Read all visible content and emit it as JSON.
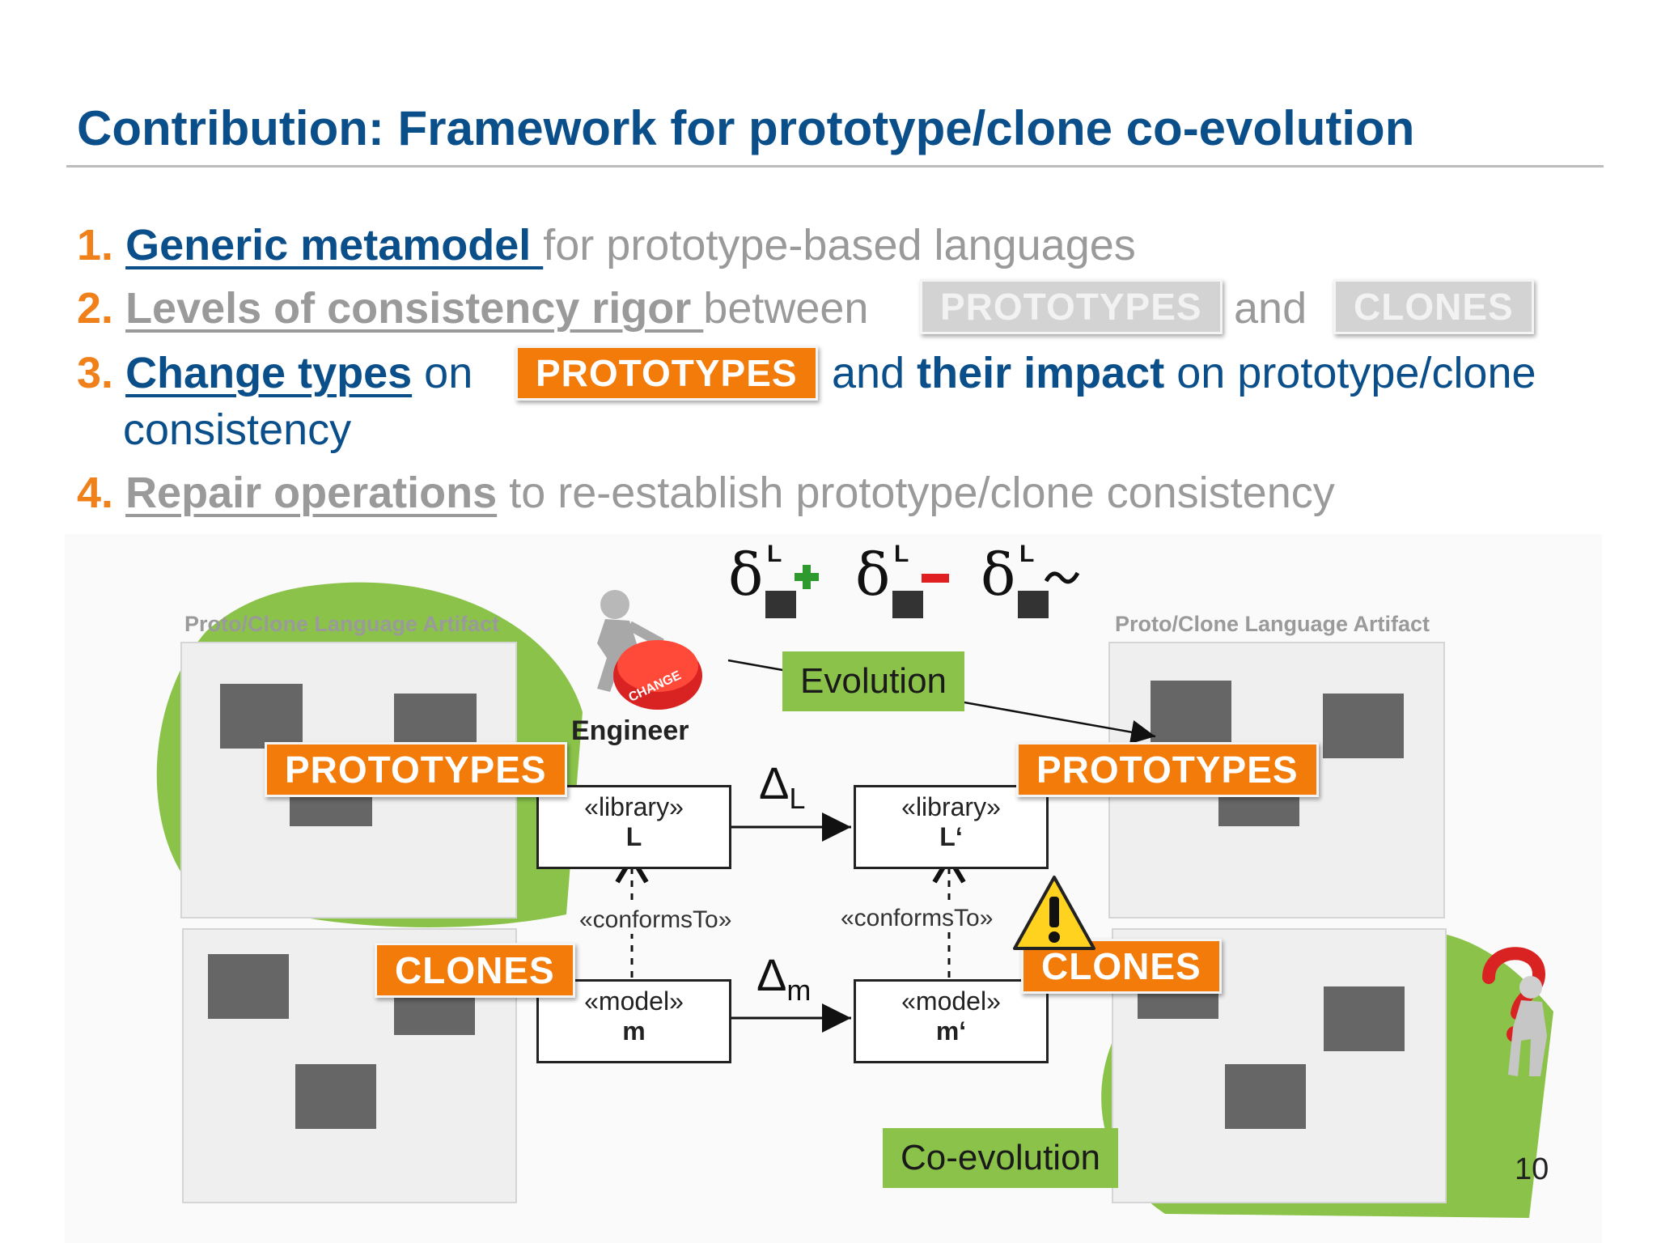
{
  "title": "Contribution: Framework for prototype/clone co-evolution",
  "items": [
    {
      "num": "1.",
      "link": "Generic metamodel ",
      "rest": "for prototype-based languages"
    },
    {
      "num": "2.",
      "link": "Levels of consistency rigor ",
      "mid": "between",
      "tag1": "PROTOTYPES",
      "and": "and",
      "tag2": "CLONES"
    },
    {
      "num": "3.",
      "link": "Change types",
      "on": "on",
      "tag": "PROTOTYPES",
      "and": "and",
      "bold": "their impact",
      "rest": "on prototype/clone",
      "cont": "consistency"
    },
    {
      "num": "4.",
      "link": "Repair operations",
      "rest": "to re-establish prototype/clone consistency"
    }
  ],
  "diagram": {
    "artifact_label_left": "Proto/Clone Language Artifact",
    "artifact_label_right": "Proto/Clone Language Artifact",
    "prototypes_left": "PROTOTYPES",
    "clones_left": "CLONES",
    "prototypes_right": "PROTOTYPES",
    "clones_right": "CLONES",
    "engineer": "Engineer",
    "change": "CHANGE",
    "evolution": "Evolution",
    "coevolution": "Co-evolution",
    "lib_left_stereo": "«library»",
    "lib_left_name": "L",
    "lib_right_stereo": "«library»",
    "lib_right_name": "L‘",
    "model_left_stereo": "«model»",
    "model_left_name": "m",
    "model_right_stereo": "«model»",
    "model_right_name": "m‘",
    "conforms_left": "«conformsTo»",
    "conforms_right": "«conformsTo»",
    "delta_L": "Δ",
    "delta_L_sub": "L",
    "delta_m": "Δ",
    "delta_m_sub": "m",
    "delta_sym": "δ",
    "delta_sup": "L",
    "delta_ops": [
      "add",
      "remove",
      "change"
    ]
  },
  "page_number": "10",
  "colors": {
    "title_blue": "#0b4f8a",
    "orange": "#f27b0a",
    "green": "#8bc34a",
    "gray_text": "#9a9a9a"
  }
}
